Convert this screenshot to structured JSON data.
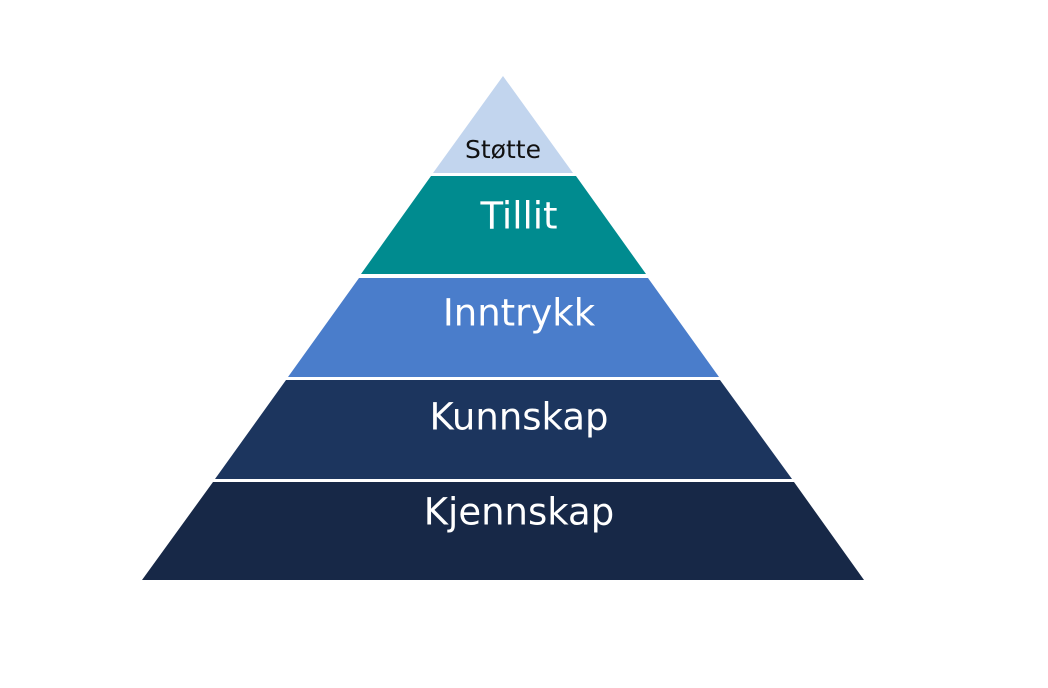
{
  "pyramid": {
    "tiers": [
      {
        "label": "Støtte",
        "fill": "#c2d5ee",
        "text_color": "#111111"
      },
      {
        "label": "Tillit",
        "fill": "#008b8f",
        "text_color": "#ffffff"
      },
      {
        "label": "Inntrykk",
        "fill": "#4a7dcb",
        "text_color": "#ffffff"
      },
      {
        "label": "Kunnskap",
        "fill": "#1c355e",
        "text_color": "#ffffff"
      },
      {
        "label": "Kjennskap",
        "fill": "#172847",
        "text_color": "#ffffff"
      }
    ]
  }
}
